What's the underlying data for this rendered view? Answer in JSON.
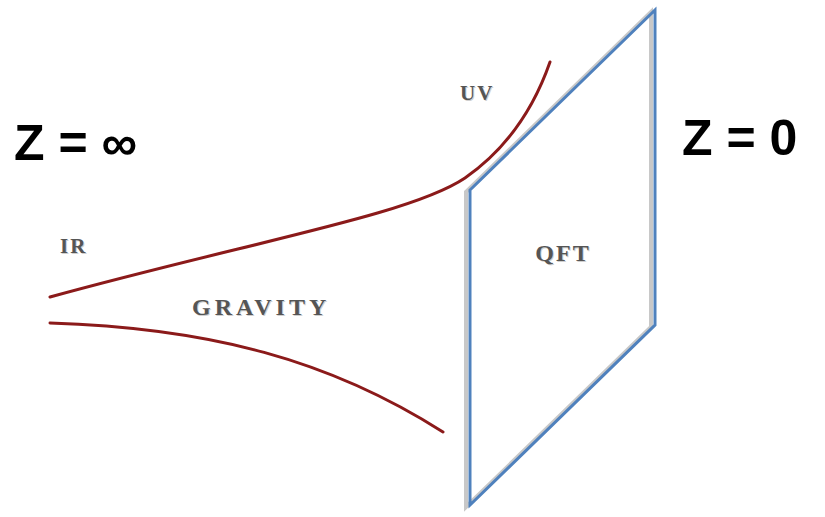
{
  "diagram": {
    "nodes": [
      {
        "text": [
          "QFT"
        ]
      }
    ],
    "labels": [
      "UV",
      "Z = ∞",
      "Z = 0",
      "IR",
      "GRAVITY"
    ]
  }
}
